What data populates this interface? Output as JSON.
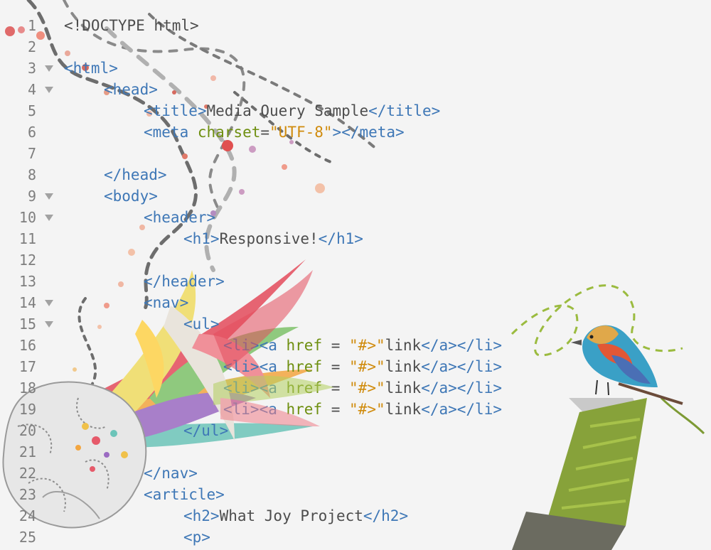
{
  "editor": {
    "lines": [
      {
        "n": "1",
        "fold": false,
        "indent": 0,
        "tokens": [
          {
            "t": "<!DOCTYPE html>",
            "c": "txt"
          }
        ]
      },
      {
        "n": "2",
        "fold": false,
        "indent": 0,
        "tokens": []
      },
      {
        "n": "3",
        "fold": true,
        "indent": 0,
        "tokens": [
          {
            "t": "<html>",
            "c": "tag"
          }
        ]
      },
      {
        "n": "4",
        "fold": true,
        "indent": 1,
        "tokens": [
          {
            "t": "<head>",
            "c": "tag"
          }
        ]
      },
      {
        "n": "5",
        "fold": false,
        "indent": 2,
        "tokens": [
          {
            "t": "<title>",
            "c": "tag"
          },
          {
            "t": "Media Query Sample",
            "c": "txt"
          },
          {
            "t": "</title>",
            "c": "tag"
          }
        ]
      },
      {
        "n": "6",
        "fold": false,
        "indent": 2,
        "tokens": [
          {
            "t": "<meta ",
            "c": "tag"
          },
          {
            "t": "charset",
            "c": "attr"
          },
          {
            "t": "=",
            "c": "txt"
          },
          {
            "t": "\"UTF-8\"",
            "c": "str"
          },
          {
            "t": "></meta>",
            "c": "tag"
          }
        ]
      },
      {
        "n": "7",
        "fold": false,
        "indent": 0,
        "tokens": []
      },
      {
        "n": "8",
        "fold": false,
        "indent": 1,
        "tokens": [
          {
            "t": "</head>",
            "c": "tag"
          }
        ]
      },
      {
        "n": "9",
        "fold": true,
        "indent": 1,
        "tokens": [
          {
            "t": "<body>",
            "c": "tag"
          }
        ]
      },
      {
        "n": "10",
        "fold": true,
        "indent": 2,
        "tokens": [
          {
            "t": "<header>",
            "c": "tag"
          }
        ]
      },
      {
        "n": "11",
        "fold": false,
        "indent": 3,
        "tokens": [
          {
            "t": "<h1>",
            "c": "tag"
          },
          {
            "t": "Responsive!",
            "c": "txt"
          },
          {
            "t": "</h1>",
            "c": "tag"
          }
        ]
      },
      {
        "n": "12",
        "fold": false,
        "indent": 0,
        "tokens": []
      },
      {
        "n": "13",
        "fold": false,
        "indent": 2,
        "tokens": [
          {
            "t": "</header>",
            "c": "tag"
          }
        ]
      },
      {
        "n": "14",
        "fold": true,
        "indent": 2,
        "tokens": [
          {
            "t": "<nav>",
            "c": "tag"
          }
        ]
      },
      {
        "n": "15",
        "fold": true,
        "indent": 3,
        "tokens": [
          {
            "t": "<ul>",
            "c": "tag"
          }
        ]
      },
      {
        "n": "16",
        "fold": false,
        "indent": 4,
        "tokens": [
          {
            "t": "<li>",
            "c": "tag"
          },
          {
            "t": "<a ",
            "c": "tag"
          },
          {
            "t": "href",
            "c": "attr"
          },
          {
            "t": " = ",
            "c": "txt"
          },
          {
            "t": "\"#>\"",
            "c": "str"
          },
          {
            "t": "link",
            "c": "txt"
          },
          {
            "t": "</a></li>",
            "c": "tag"
          }
        ]
      },
      {
        "n": "17",
        "fold": false,
        "indent": 4,
        "tokens": [
          {
            "t": "<li>",
            "c": "tag"
          },
          {
            "t": "<a ",
            "c": "tag"
          },
          {
            "t": "href",
            "c": "attr"
          },
          {
            "t": " = ",
            "c": "txt"
          },
          {
            "t": "\"#>\"",
            "c": "str"
          },
          {
            "t": "link",
            "c": "txt"
          },
          {
            "t": "</a></li>",
            "c": "tag"
          }
        ]
      },
      {
        "n": "18",
        "fold": false,
        "indent": 4,
        "tokens": [
          {
            "t": "<li>",
            "c": "tag"
          },
          {
            "t": "<a ",
            "c": "tag"
          },
          {
            "t": "href",
            "c": "attr"
          },
          {
            "t": " = ",
            "c": "txt"
          },
          {
            "t": "\"#>\"",
            "c": "str"
          },
          {
            "t": "link",
            "c": "txt"
          },
          {
            "t": "</a></li>",
            "c": "tag"
          }
        ]
      },
      {
        "n": "19",
        "fold": false,
        "indent": 4,
        "tokens": [
          {
            "t": "<li>",
            "c": "tag"
          },
          {
            "t": "<a ",
            "c": "tag"
          },
          {
            "t": "href",
            "c": "attr"
          },
          {
            "t": " = ",
            "c": "txt"
          },
          {
            "t": "\"#>\"",
            "c": "str"
          },
          {
            "t": "link",
            "c": "txt"
          },
          {
            "t": "</a></li>",
            "c": "tag"
          }
        ]
      },
      {
        "n": "20",
        "fold": false,
        "indent": 3,
        "tokens": [
          {
            "t": "</ul>",
            "c": "tag"
          }
        ]
      },
      {
        "n": "21",
        "fold": false,
        "indent": 0,
        "tokens": []
      },
      {
        "n": "22",
        "fold": false,
        "indent": 2,
        "tokens": [
          {
            "t": "</nav>",
            "c": "tag"
          }
        ]
      },
      {
        "n": "23",
        "fold": false,
        "indent": 2,
        "tokens": [
          {
            "t": "<article>",
            "c": "tag"
          }
        ]
      },
      {
        "n": "24",
        "fold": false,
        "indent": 3,
        "tokens": [
          {
            "t": "<h2>",
            "c": "tag"
          },
          {
            "t": "What Joy Project",
            "c": "txt"
          },
          {
            "t": "</h2>",
            "c": "tag"
          }
        ]
      },
      {
        "n": "25",
        "fold": false,
        "indent": 3,
        "tokens": [
          {
            "t": "<p>",
            "c": "tag"
          }
        ]
      }
    ]
  },
  "colors": {
    "background": "#f4f4f4",
    "line_number": "#7e7e7e",
    "tag": "#3e77b6",
    "attribute": "#6e8f10",
    "string": "#d08b0c",
    "text": "#4d4d4d"
  },
  "illustrations": [
    "brain-illustration",
    "color-splash",
    "bird-illustration",
    "thread-spool-illustration",
    "dotted-trails"
  ]
}
